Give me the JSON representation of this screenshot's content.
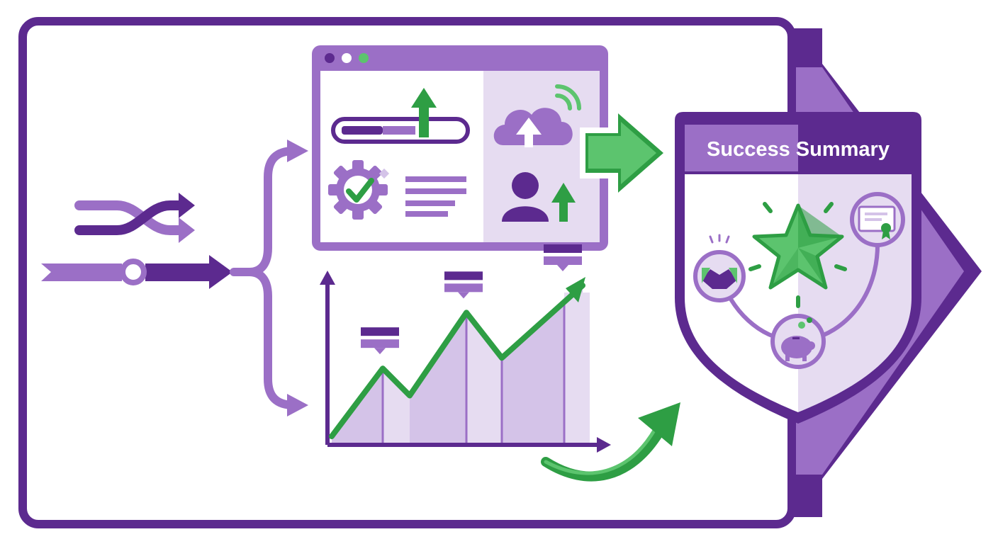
{
  "summary": {
    "title": "Success Summary"
  },
  "colors": {
    "purple_dark": "#5c2a8f",
    "purple_mid": "#9b6fc6",
    "purple_light": "#e6dcf1",
    "purple_pale": "#d4c3e8",
    "green": "#2e9e44",
    "green_light": "#5cc46e",
    "white": "#ffffff"
  },
  "icons": [
    "shuffle-icon",
    "timeline-arrow-icon",
    "branch-arrows-icon",
    "browser-window-icon",
    "progress-bar-icon",
    "up-arrow-icon",
    "cloud-upload-icon",
    "wifi-signal-icon",
    "gear-check-icon",
    "text-lines-icon",
    "user-up-icon",
    "right-arrow-icon",
    "growth-chart-icon",
    "curved-arrow-icon",
    "shield-icon",
    "star-icon",
    "handshake-icon",
    "certificate-icon",
    "piggy-bank-icon",
    "big-chevron-arrow-icon"
  ],
  "chart_data": {
    "type": "line",
    "values": [
      0,
      45,
      27,
      82,
      52,
      100
    ],
    "label_markers_at": [
      1,
      3,
      5
    ],
    "grid": false
  }
}
